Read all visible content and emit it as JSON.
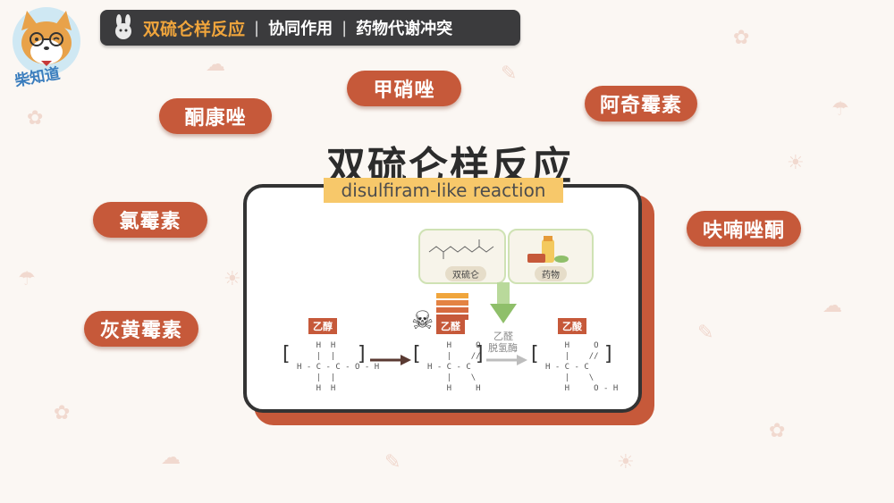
{
  "header": {
    "title": "双硫仑样反应",
    "crumb2": "协同作用",
    "crumb3": "药物代谢冲突"
  },
  "logo": {
    "text": "柴知道"
  },
  "drugs": [
    "酮康唑",
    "甲硝唑",
    "阿奇霉素",
    "氯霉素",
    "呋喃唑酮",
    "灰黄霉素"
  ],
  "main": {
    "title_cn": "双硫仑样反应",
    "title_en": "disulfiram-like reaction"
  },
  "diagram": {
    "box1_label": "双硫仑",
    "box2_label": "药物",
    "ethanol": "乙醇",
    "acetaldehyde": "乙醛",
    "acetic_acid": "乙酸",
    "enzyme_line1": "乙醛",
    "enzyme_line2": "脱氢酶"
  },
  "colors": {
    "accent": "#c6593a",
    "title_orange": "#f0a53c",
    "bar": "#3b3b3d",
    "highlight": "#f7c86a",
    "green": "#8fbf6a"
  }
}
